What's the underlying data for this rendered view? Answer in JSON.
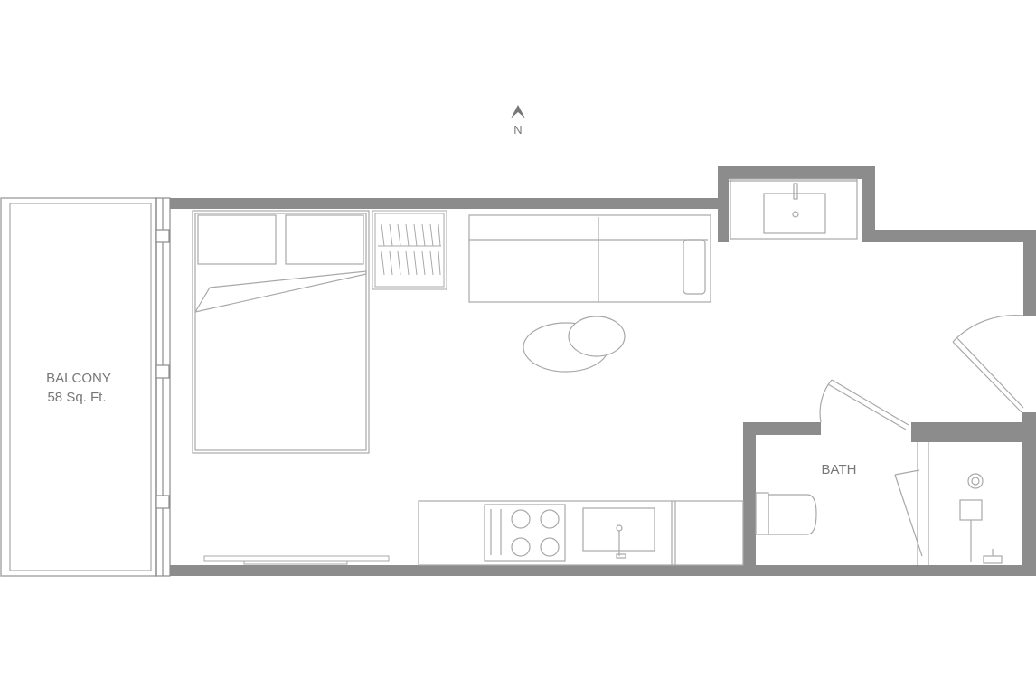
{
  "compass": {
    "letter": "N"
  },
  "rooms": {
    "balcony": {
      "name": "BALCONY",
      "area": "58 Sq. Ft."
    },
    "bath": {
      "name": "BATH"
    }
  },
  "colors": {
    "wall": "#8c8c8c",
    "line": "#a8a8a8",
    "text": "#777777"
  }
}
